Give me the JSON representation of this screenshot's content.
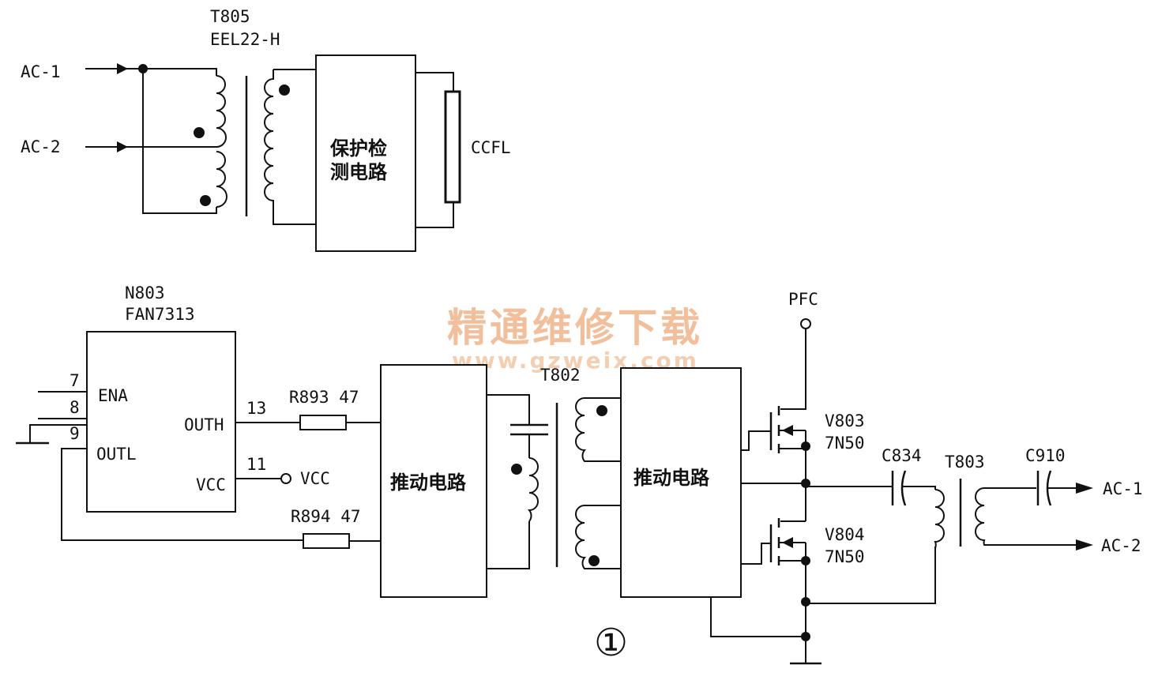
{
  "top_circuit": {
    "transformer_ref": "T805",
    "transformer_part": "EEL22-H",
    "input_1": "AC-1",
    "input_2": "AC-2",
    "protection_block_line1": "保护检",
    "protection_block_line2": "测电路",
    "lamp_label": "CCFL"
  },
  "ic": {
    "ref": "N803",
    "part": "FAN7313",
    "pin7": "7",
    "pin8": "8",
    "pin9": "9",
    "pin13": "13",
    "pin11": "11",
    "ena_label": "ENA",
    "outl_label": "OUTL",
    "outh_label": "OUTH",
    "vcc_pin_label": "VCC",
    "vcc_supply": "VCC"
  },
  "resistors": {
    "r893": "R893  47",
    "r894": "R894  47"
  },
  "drive_left": "推动电路",
  "drive_right": "推动电路",
  "t802_label": "T802",
  "pfc_label": "PFC",
  "mosfets": {
    "v803_ref": "V803",
    "v803_part": "7N50",
    "v804_ref": "V804",
    "v804_part": "7N50"
  },
  "capacitors": {
    "c834": "C834",
    "c910": "C910"
  },
  "t803_label": "T803",
  "outputs": {
    "ac1": "AC-1",
    "ac2": "AC-2"
  },
  "figure_number": "①",
  "watermark": {
    "line1": "精通维修下载",
    "line2": "www.gzweix.com"
  }
}
